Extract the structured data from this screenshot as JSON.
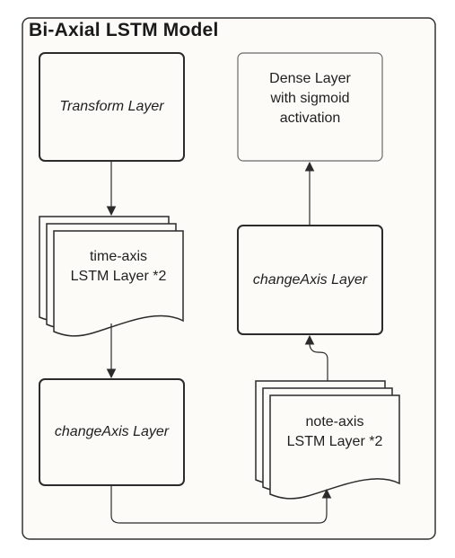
{
  "diagram": {
    "title": "Bi-Axial LSTM Model",
    "nodes": {
      "transform": "Transform Layer",
      "time_lstm": "time-axis\nLSTM Layer *2",
      "change_axis_left": "changeAxis Layer",
      "note_lstm": "note-axis\nLSTM Layer *2",
      "change_axis_right": "changeAxis Layer",
      "dense": "Dense Layer\nwith sigmoid\nactivation"
    },
    "edges": [
      {
        "from": "transform",
        "to": "time_lstm"
      },
      {
        "from": "time_lstm",
        "to": "change_axis_left"
      },
      {
        "from": "change_axis_left",
        "to": "note_lstm"
      },
      {
        "from": "note_lstm",
        "to": "change_axis_right"
      },
      {
        "from": "change_axis_right",
        "to": "dense"
      }
    ],
    "colors": {
      "container_fill": "#fcfbf7",
      "stroke": "#2b2b2b",
      "light_stroke": "#555555"
    }
  }
}
